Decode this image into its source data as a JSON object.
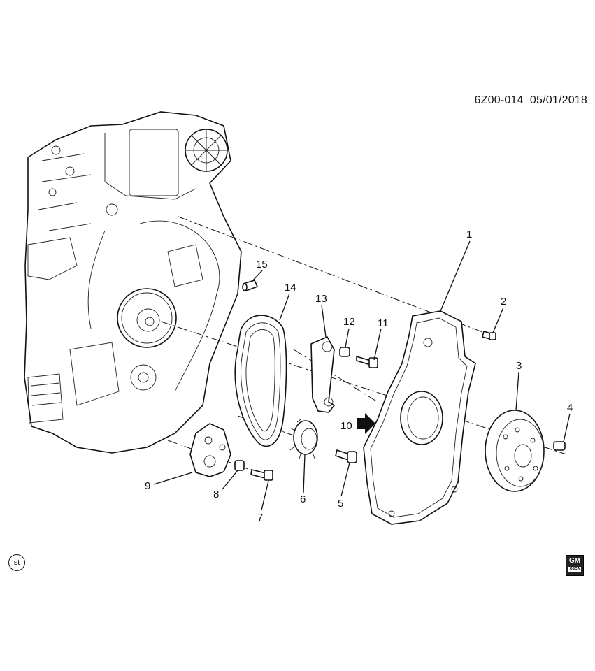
{
  "header": {
    "code": "6Z00-014",
    "date": "05/01/2018"
  },
  "callouts": [
    {
      "id": "c1",
      "label": "1"
    },
    {
      "id": "c2",
      "label": "2"
    },
    {
      "id": "c3",
      "label": "3"
    },
    {
      "id": "c4",
      "label": "4"
    },
    {
      "id": "c5",
      "label": "5"
    },
    {
      "id": "c6",
      "label": "6"
    },
    {
      "id": "c7",
      "label": "7"
    },
    {
      "id": "c8",
      "label": "8"
    },
    {
      "id": "c9",
      "label": "9"
    },
    {
      "id": "c10",
      "label": "10"
    },
    {
      "id": "c11",
      "label": "11"
    },
    {
      "id": "c12",
      "label": "12"
    },
    {
      "id": "c13",
      "label": "13"
    },
    {
      "id": "c14",
      "label": "14"
    },
    {
      "id": "c15",
      "label": "15"
    }
  ],
  "badges": {
    "st": "st",
    "gm": "GM",
    "gm_sub": "OSCA"
  }
}
